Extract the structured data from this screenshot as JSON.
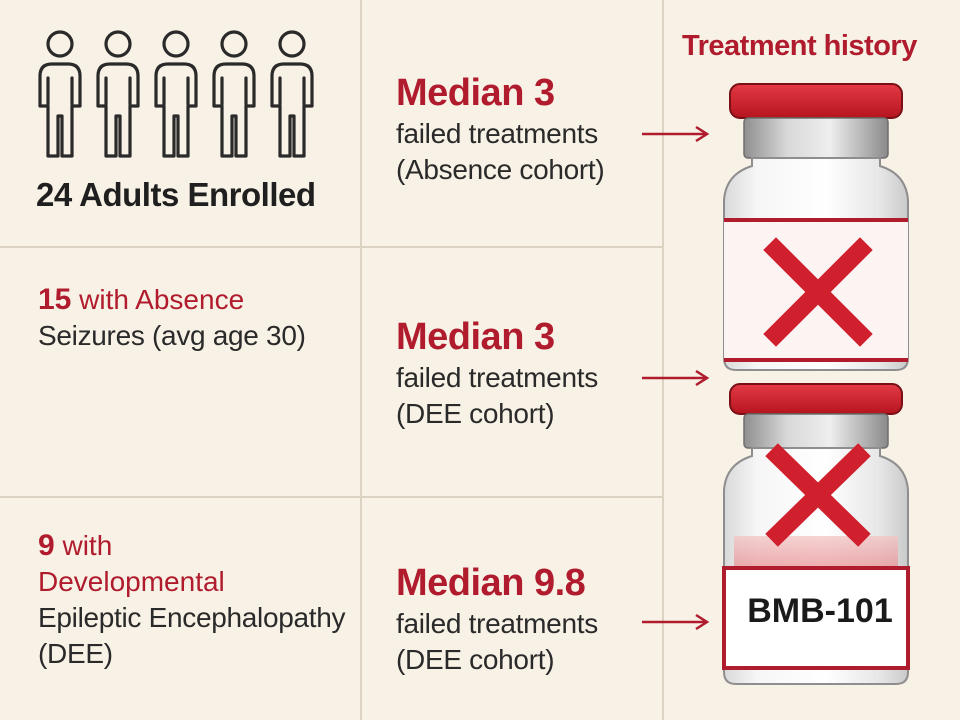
{
  "enrollment": {
    "label": "24 Adults Enrolled",
    "people_count": 5
  },
  "absence": {
    "count": "15",
    "title_rest": " with Absence",
    "detail": "Seizures (avg age 30)"
  },
  "dee": {
    "count": "9",
    "title_rest": " with",
    "line2": "Developmental",
    "line3": "Epileptic Encephalopathy",
    "line4": "(DEE)"
  },
  "medians": [
    {
      "value": "Median 3",
      "line1": "failed treatments",
      "line2": "(Absence cohort)"
    },
    {
      "value": "Median 3",
      "line1": "failed treatments",
      "line2": "(DEE cohort)"
    },
    {
      "value": "Median 9.8",
      "line1": "failed treatments",
      "line2": "(DEE cohort)"
    }
  ],
  "history": {
    "title": "Treatment history",
    "vial_label": "BMB-101"
  },
  "colors": {
    "accent": "#b01c2e",
    "cap_red": "#d0202e",
    "background": "#f8f1e5",
    "grid": "#ddd3c3"
  }
}
